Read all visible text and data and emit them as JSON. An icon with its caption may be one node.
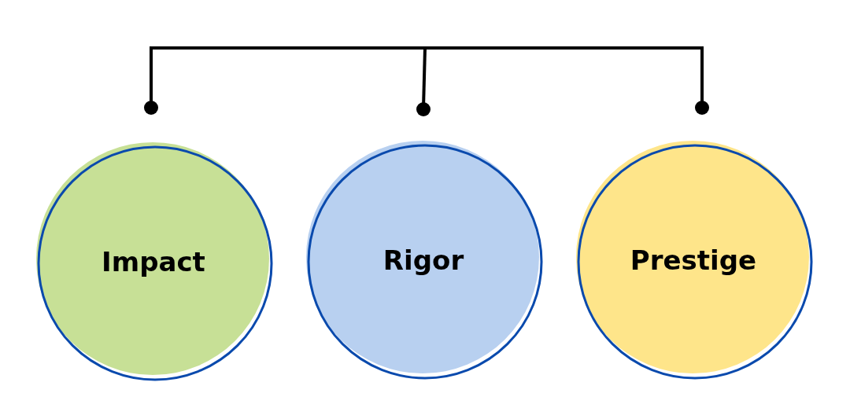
{
  "diagram": {
    "nodes": [
      {
        "text": [
          "Impact"
        ]
      },
      {
        "text": [
          "Rigor"
        ]
      },
      {
        "text": [
          "Prestige"
        ]
      }
    ]
  }
}
